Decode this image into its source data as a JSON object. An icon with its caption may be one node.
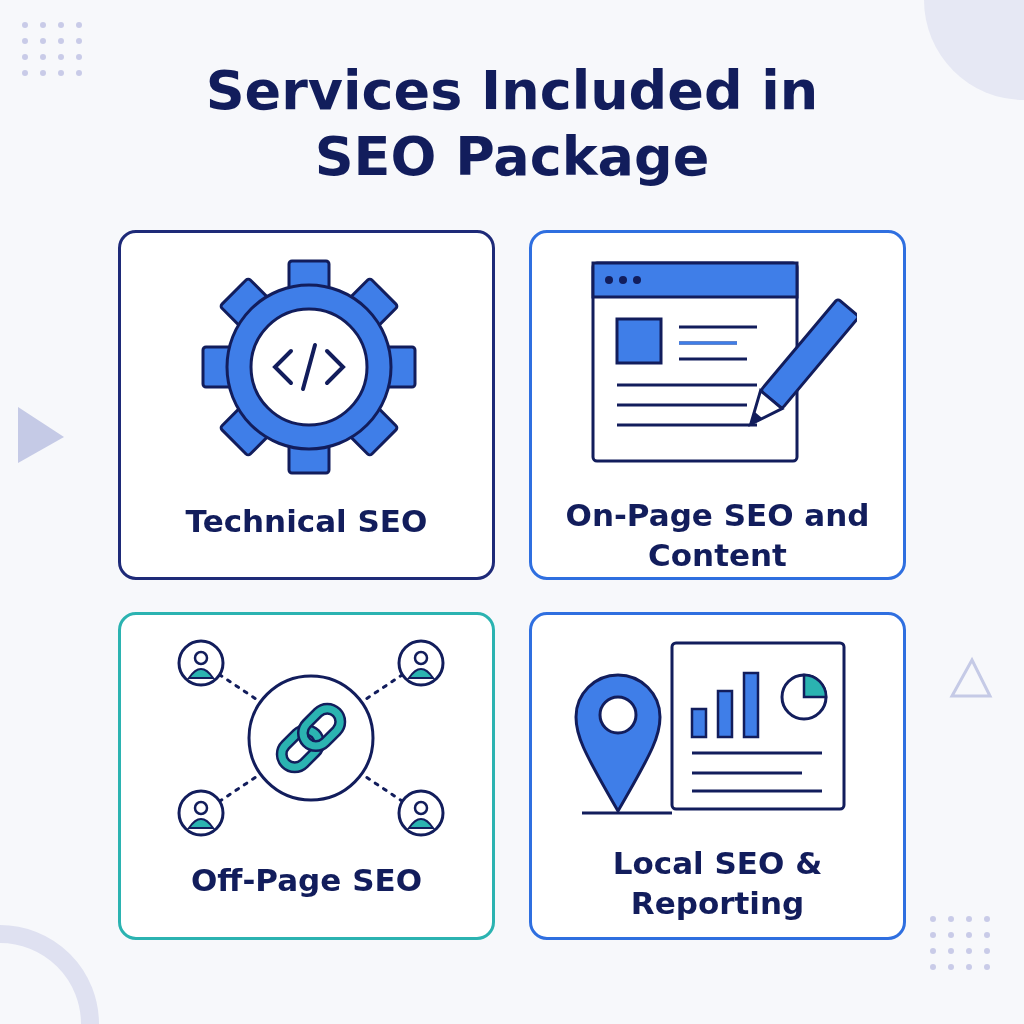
{
  "diagram": {
    "title": "Services Included in SEO Package",
    "nodes": [
      {
        "text": [
          "Technical SEO"
        ]
      },
      {
        "text": [
          "On-Page SEO and Content"
        ]
      },
      {
        "text": [
          "Off-Page SEO"
        ]
      },
      {
        "text": [
          "Local SEO & Reporting"
        ]
      }
    ]
  }
}
